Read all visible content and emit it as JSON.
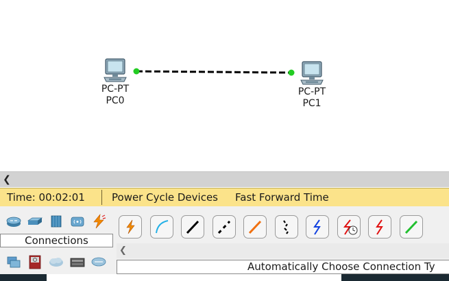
{
  "devices": [
    {
      "type": "PC-PT",
      "name": "PC0"
    },
    {
      "type": "PC-PT",
      "name": "PC1"
    }
  ],
  "link": {
    "style": "dashed",
    "color": "#000000",
    "endpoint_color": "#22cc22"
  },
  "status_bar": {
    "time": "Time: 00:02:01",
    "power_cycle": "Power Cycle Devices",
    "fast_forward": "Fast Forward Time"
  },
  "device_panel": {
    "category_icons": [
      "router-icon",
      "switch-icon",
      "hub-icon",
      "wireless-device-icon",
      "connections-icon"
    ],
    "subcategory_icons": [
      "end-devices-icon",
      "security-icon",
      "wan-emulation-icon",
      "custom-devices-icon",
      "multiuser-icon"
    ],
    "label": "Connections"
  },
  "connection_types": [
    {
      "icon": "automatic-connection-icon",
      "color": "#f08a00"
    },
    {
      "icon": "console-cable-icon",
      "color": "#22b0e6"
    },
    {
      "icon": "copper-straight-through-icon",
      "color": "#000000"
    },
    {
      "icon": "copper-cross-over-icon",
      "color": "#000000"
    },
    {
      "icon": "fiber-icon",
      "color": "#f07010"
    },
    {
      "icon": "phone-cable-icon",
      "color": "#000000"
    },
    {
      "icon": "coaxial-cable-icon",
      "color": "#1040e0"
    },
    {
      "icon": "serial-dce-icon",
      "color": "#e01010"
    },
    {
      "icon": "serial-dte-icon",
      "color": "#e01010"
    },
    {
      "icon": "octal-cable-icon",
      "color": "#22c030"
    }
  ],
  "connection_description": "Automatically Choose Connection Ty"
}
